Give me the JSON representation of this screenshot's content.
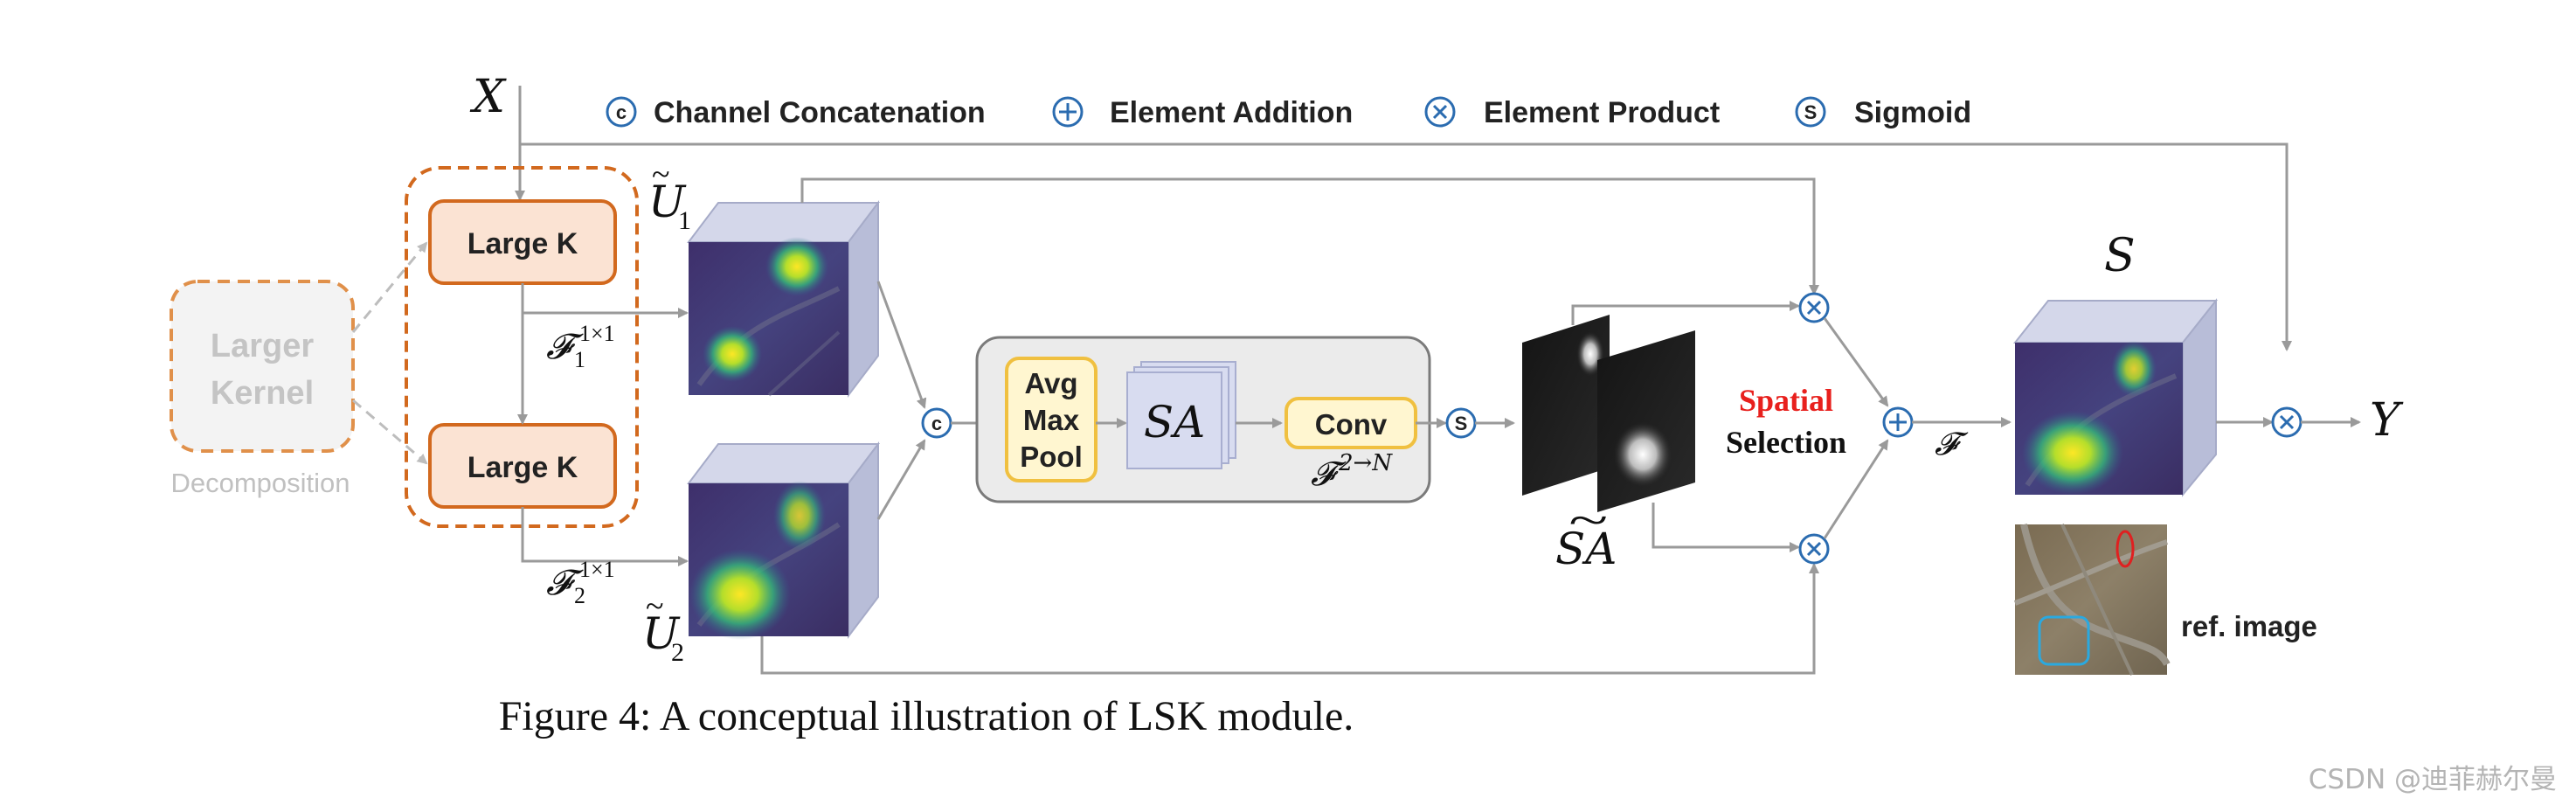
{
  "legend": {
    "concat": {
      "symbol": "c",
      "label": "Channel Concatenation"
    },
    "add": {
      "symbol": "+",
      "label": "Element Addition"
    },
    "product": {
      "symbol": "×",
      "label": "Element Product"
    },
    "sigmoid": {
      "symbol": "S",
      "label": "Sigmoid"
    }
  },
  "input_label": "X",
  "output_label": "Y",
  "decomposition": {
    "larger_kernel_line1": "Larger",
    "larger_kernel_line2": "Kernel",
    "caption": "Decomposition",
    "large_k_top": "Large K",
    "large_k_bottom": "Large K"
  },
  "features": {
    "u1": {
      "base": "U",
      "tilde": "~",
      "sub": "1"
    },
    "u2": {
      "base": "U",
      "tilde": "~",
      "sub": "2"
    },
    "f1": {
      "base": "𝓕",
      "sup": "1×1",
      "sub": "1"
    },
    "f2": {
      "base": "𝓕",
      "sup": "1×1",
      "sub": "2"
    }
  },
  "sa_block": {
    "pool_line1": "Avg",
    "pool_line2": "Max",
    "pool_line3": "Pool",
    "sa": "SA",
    "conv": "Conv",
    "conv_map_base": "𝓕",
    "conv_map_sup": "2→N"
  },
  "sa_tilde": {
    "base": "SA",
    "tilde": "~"
  },
  "spatial_selection": {
    "line1": "Spatial",
    "line2": "Selection",
    "line1_color": "#e8201d"
  },
  "fused_label": "𝓕",
  "s_label": "S",
  "ref_image_label": "ref. image",
  "caption": "Figure 4: A conceptual illustration of LSK module.",
  "watermark": "CSDN @迪菲赫尔曼",
  "colors": {
    "orange_border": "#d2691e",
    "orange_fill": "#fbe3d3",
    "yellow_border": "#f0c040",
    "yellow_fill": "#fff6d0",
    "node_blue": "#2b6cb0",
    "arrow_gray": "#9a9a9a",
    "cube_side": "#b8bdd8",
    "cube_top": "#d4d7ea",
    "sa_fill": "#d8dcf0"
  }
}
